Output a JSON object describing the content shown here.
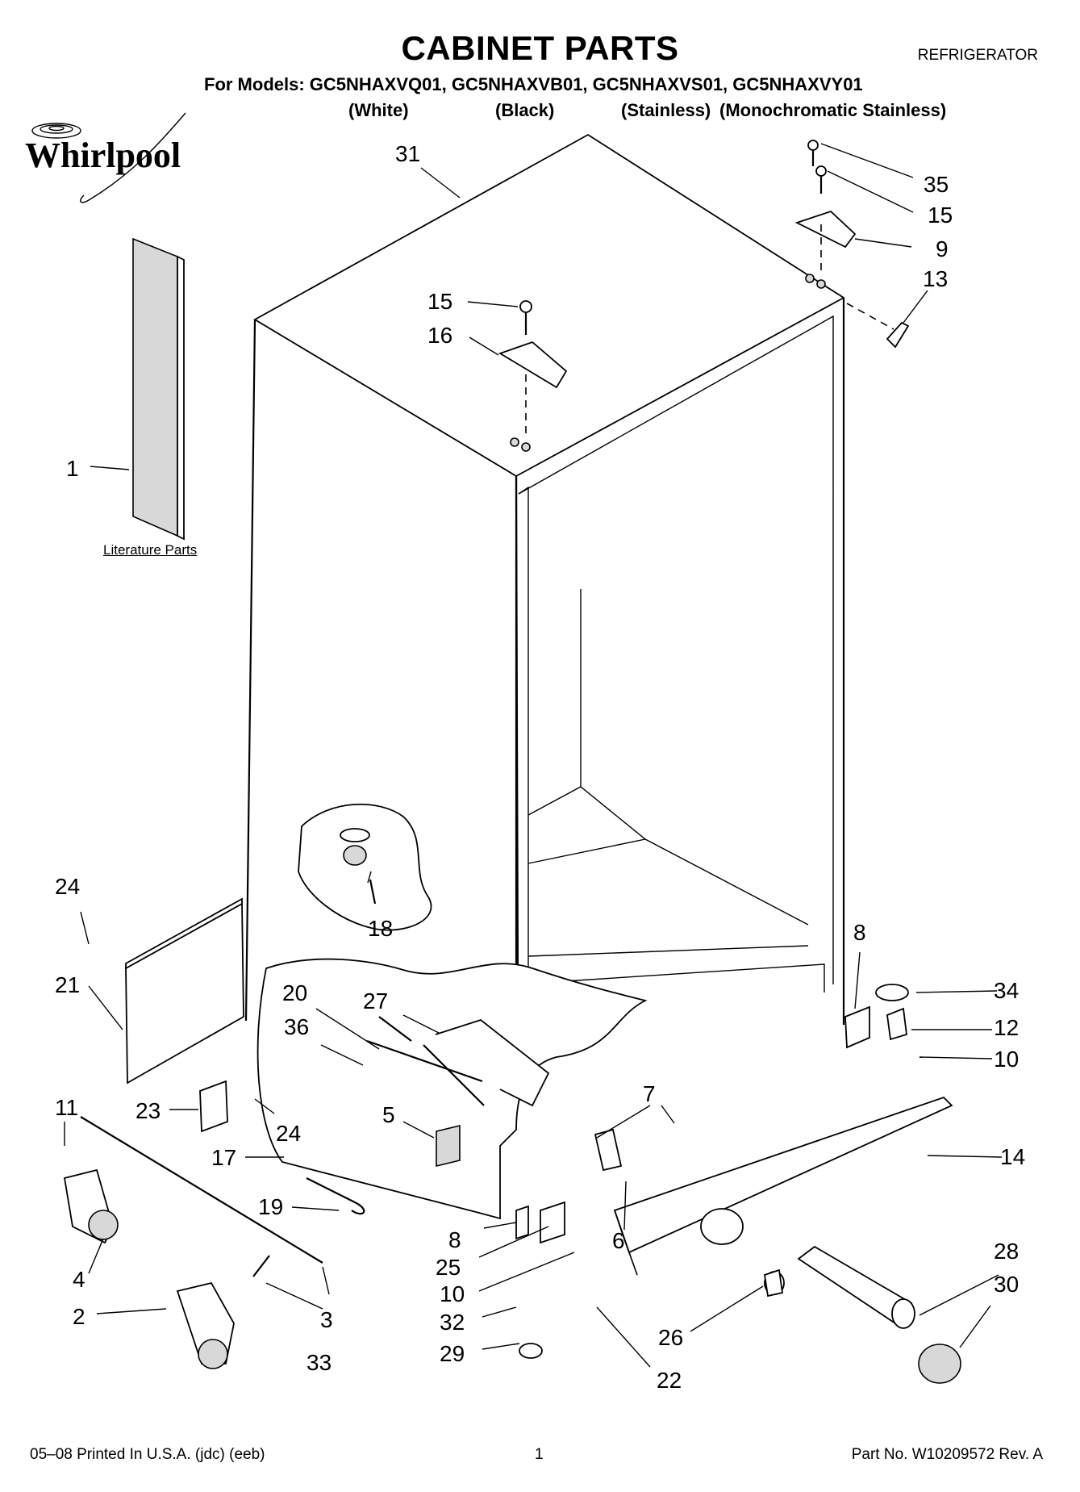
{
  "header": {
    "title": "CABINET PARTS",
    "category": "REFRIGERATOR",
    "models": "For Models: GC5NHAXVQ01, GC5NHAXVB01, GC5NHAXVS01, GC5NHAXVY01",
    "variants": [
      "(White)",
      "(Black)",
      "(Stainless)",
      "(Monochromatic Stainless)"
    ]
  },
  "brand": {
    "logo_text": "Whirlpool"
  },
  "literature_label": "Literature Parts",
  "callouts": [
    "1",
    "2",
    "3",
    "4",
    "5",
    "6",
    "7",
    "8",
    "8",
    "9",
    "10",
    "10",
    "11",
    "12",
    "13",
    "14",
    "15",
    "15",
    "16",
    "17",
    "18",
    "19",
    "20",
    "21",
    "22",
    "23",
    "24",
    "24",
    "25",
    "26",
    "27",
    "28",
    "29",
    "30",
    "31",
    "32",
    "33",
    "34",
    "35",
    "36"
  ],
  "footer": {
    "left": "05–08 Printed In U.S.A. (jdc) (eeb)",
    "page": "1",
    "right": "Part No. W10209572 Rev. A"
  }
}
